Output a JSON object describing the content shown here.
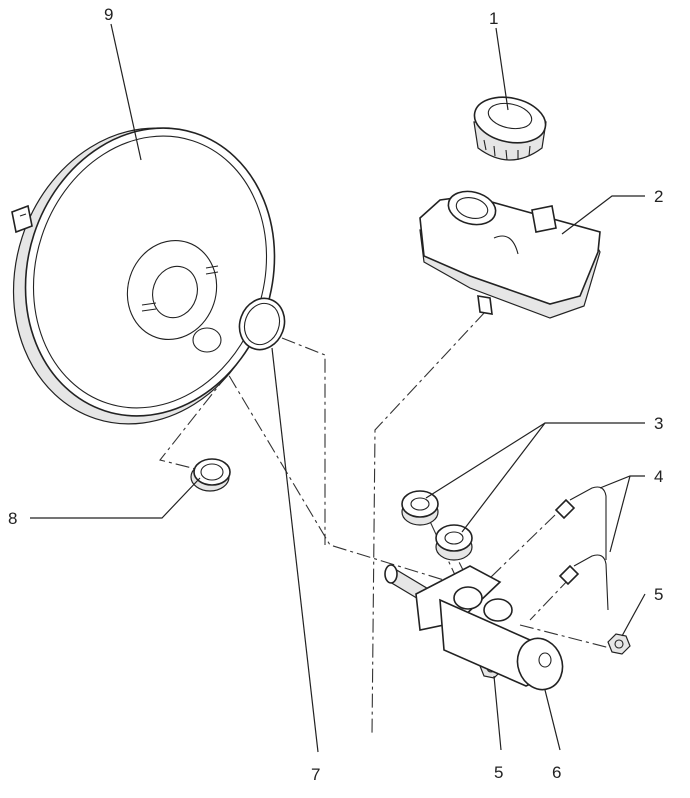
{
  "diagram": {
    "callouts": [
      {
        "id": "1",
        "label": "1",
        "part": "reservoir-cap"
      },
      {
        "id": "2",
        "label": "2",
        "part": "brake-fluid-reservoir"
      },
      {
        "id": "3",
        "label": "3",
        "part": "reservoir-grommets"
      },
      {
        "id": "4",
        "label": "4",
        "part": "brake-pipes"
      },
      {
        "id": "5a",
        "label": "5",
        "part": "nut-right"
      },
      {
        "id": "5b",
        "label": "5",
        "part": "nut-bottom"
      },
      {
        "id": "6",
        "label": "6",
        "part": "master-cylinder"
      },
      {
        "id": "7",
        "label": "7",
        "part": "seal-ring"
      },
      {
        "id": "8",
        "label": "8",
        "part": "grommet"
      },
      {
        "id": "9",
        "label": "9",
        "part": "brake-servo"
      }
    ]
  }
}
